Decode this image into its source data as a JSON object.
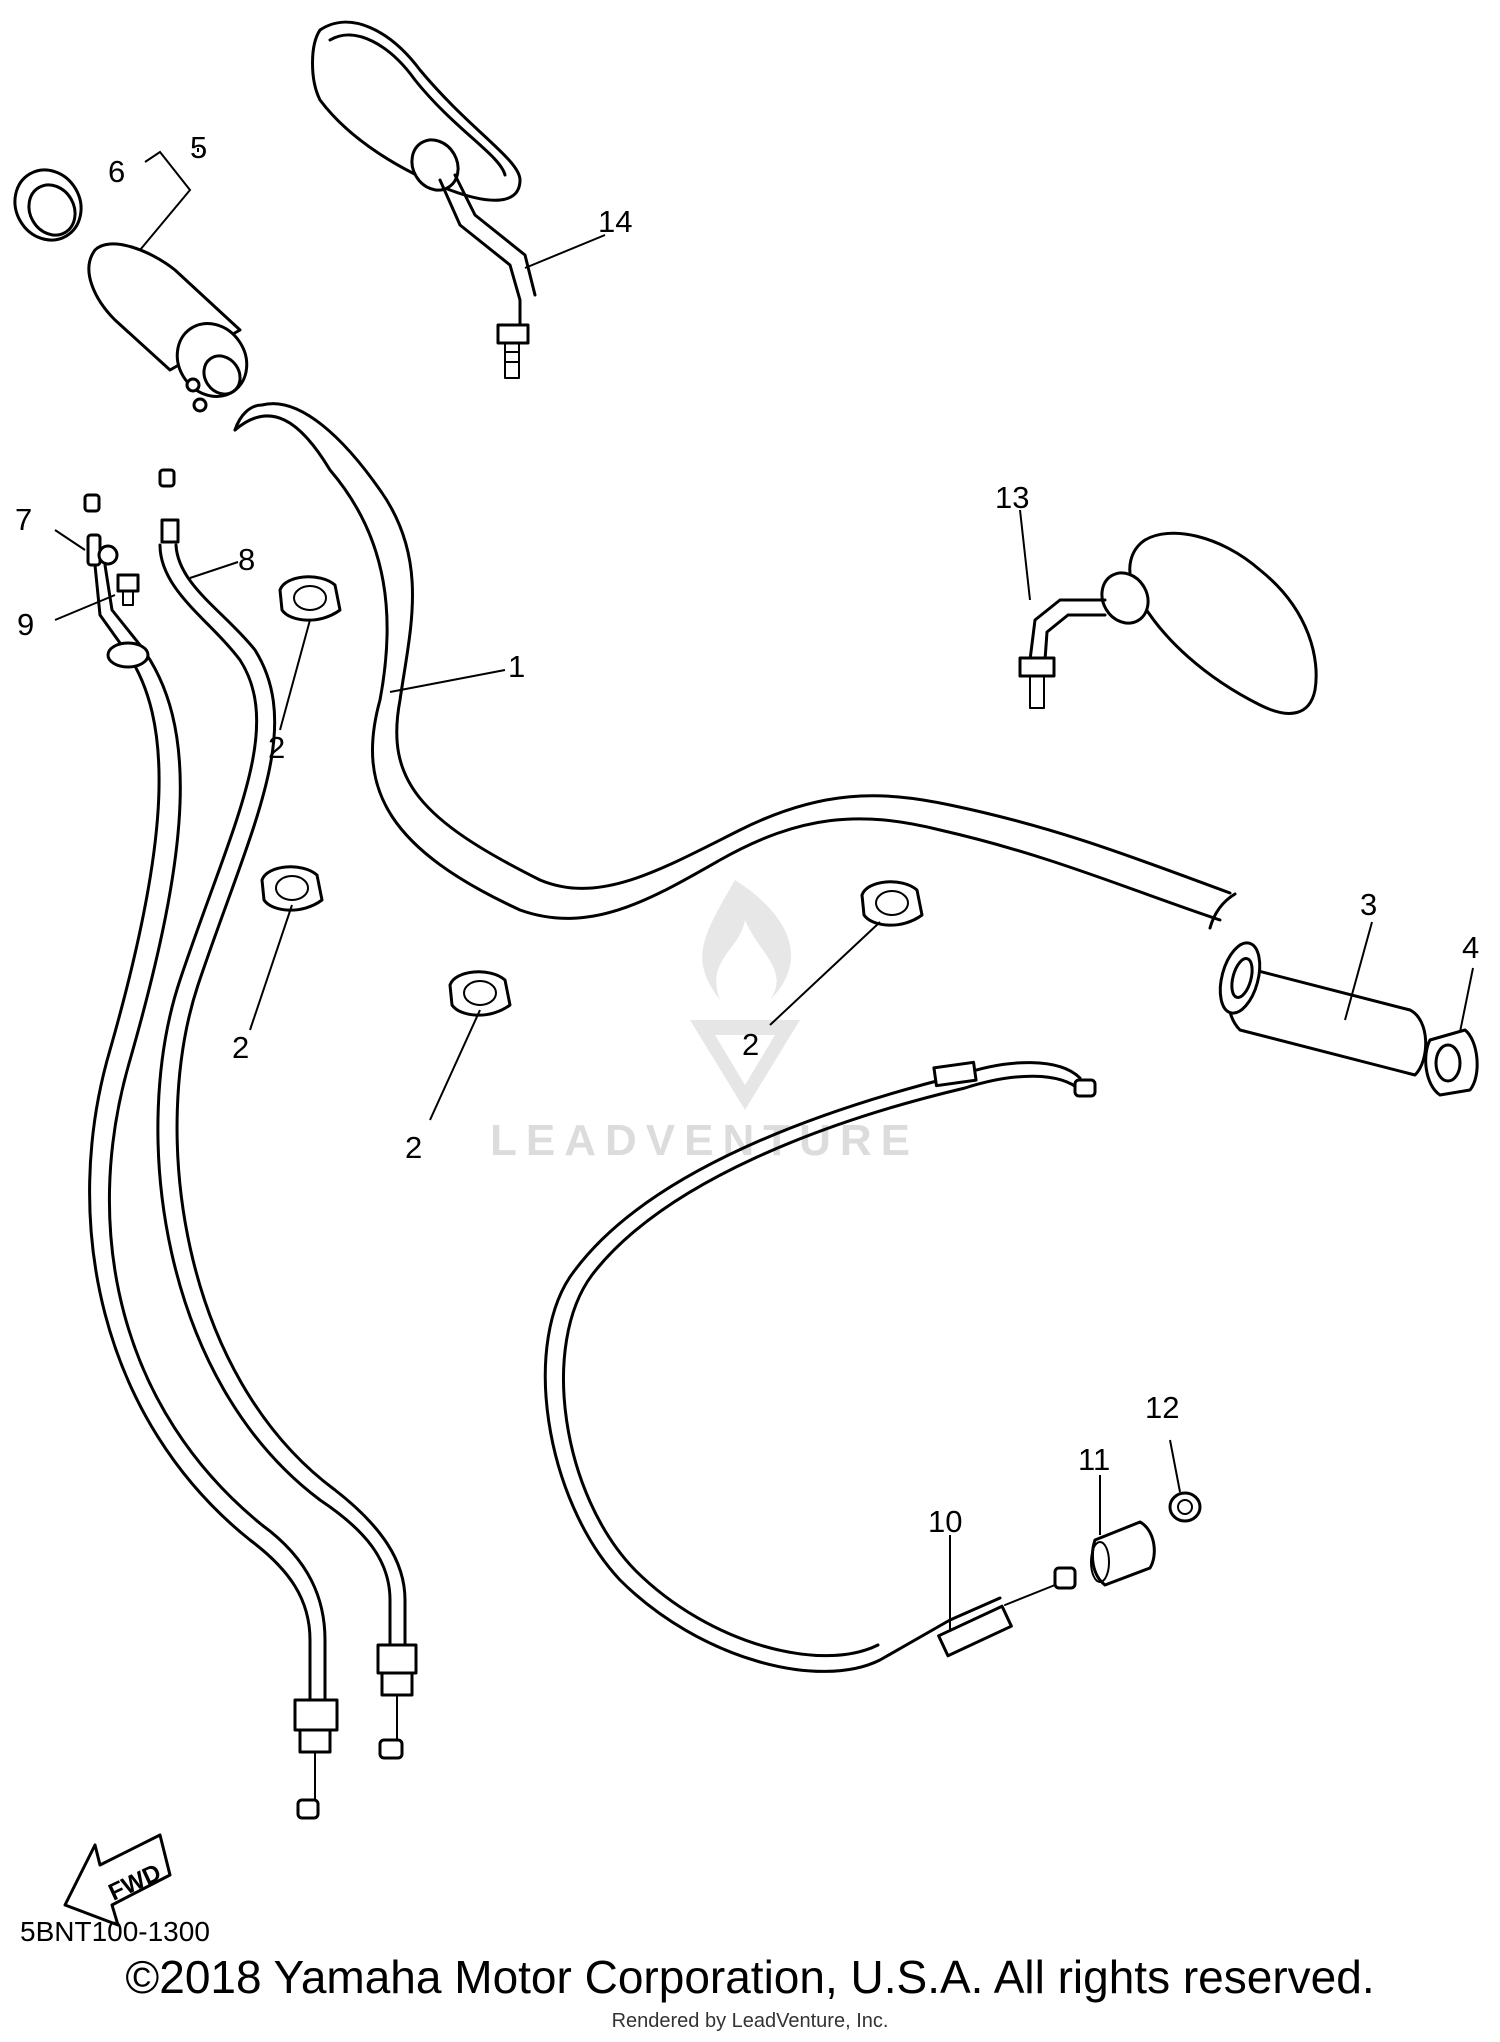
{
  "diagram": {
    "callouts": [
      "1",
      "2",
      "2",
      "2",
      "2",
      "3",
      "4",
      "5",
      "6",
      "7",
      "8",
      "9",
      "10",
      "11",
      "12",
      "13",
      "14"
    ],
    "fwd_label": "FWD",
    "diagram_code": "5BNT100-1300",
    "watermark": "LEADVENTURE"
  },
  "footer": {
    "copyright": "©2018 Yamaha Motor Corporation, U.S.A. All rights reserved.",
    "rendered_by": "Rendered by LeadVenture, Inc."
  }
}
